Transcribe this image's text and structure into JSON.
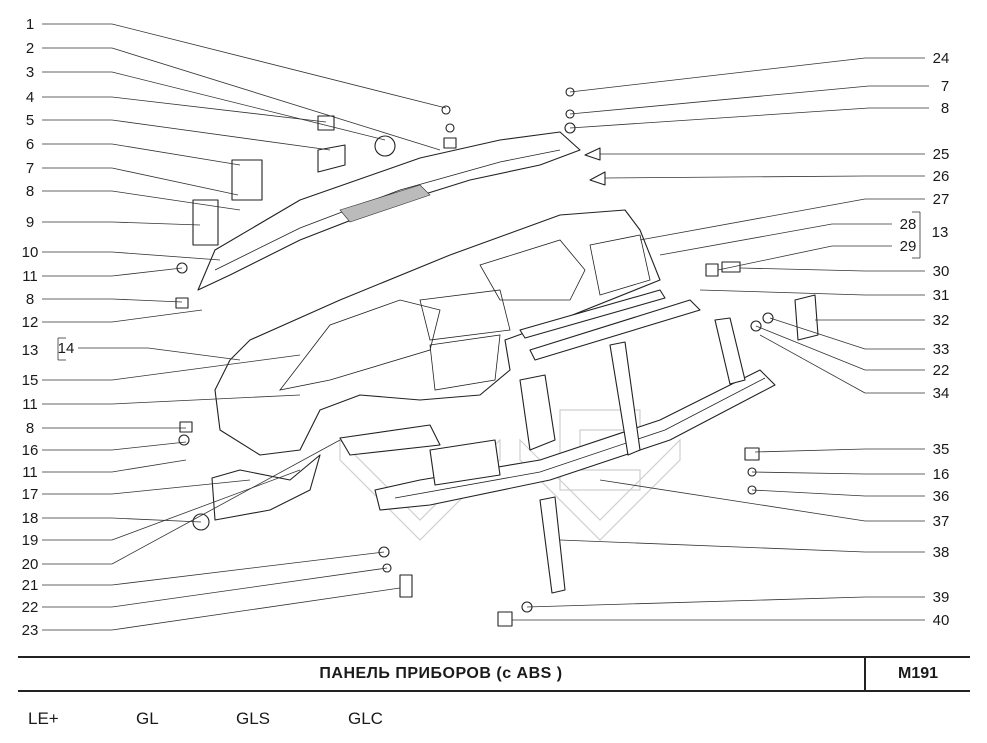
{
  "callouts_left": [
    "1",
    "2",
    "3",
    "4",
    "5",
    "6",
    "7",
    "8",
    "9",
    "10",
    "11",
    "8",
    "12",
    "13",
    "14",
    "15",
    "11",
    "8",
    "16",
    "11",
    "17",
    "18",
    "19",
    "20",
    "21",
    "22",
    "23"
  ],
  "callouts_right": [
    "24",
    "7",
    "8",
    "25",
    "26",
    "27",
    "28",
    "13",
    "29",
    "30",
    "31",
    "32",
    "33",
    "22",
    "34",
    "35",
    "16",
    "36",
    "37",
    "38",
    "39",
    "40"
  ],
  "title": "ПАНЕЛЬ  ПРИБОРОВ  (с ABS )",
  "code": "М191",
  "trims": [
    "LE+",
    "GL",
    "GLS",
    "GLC"
  ]
}
